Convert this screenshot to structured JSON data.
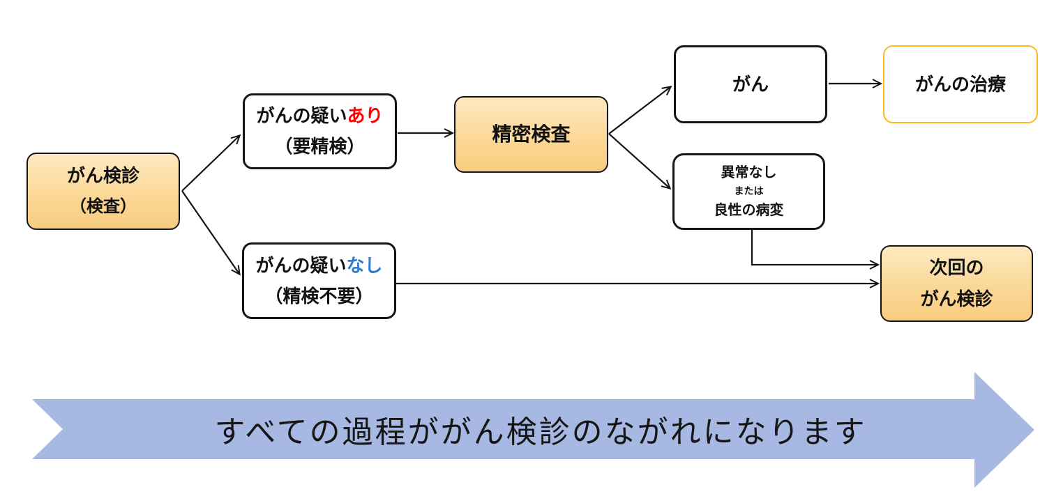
{
  "diagram": {
    "nodes": {
      "screening": {
        "line1": "がん検診",
        "line2": "（検査）"
      },
      "suspicion_yes": {
        "prefix": "がんの疑い",
        "highlight": "あり",
        "line2": "（要精検）"
      },
      "suspicion_no": {
        "prefix": "がんの疑い",
        "highlight": "なし",
        "line2": "（精検不要）"
      },
      "detailed_exam": {
        "label": "精密検査"
      },
      "cancer": {
        "label": "がん"
      },
      "treatment": {
        "label": "がんの治療"
      },
      "benign": {
        "line1": "異常なし",
        "line2": "または",
        "line3": "良性の病変"
      },
      "next_screening": {
        "line1": "次回の",
        "line2": "がん検診"
      }
    },
    "banner": {
      "text": "すべての過程ががん検診のながれになります"
    },
    "colors": {
      "node_fill_top": "#FDE9C0",
      "node_fill_bottom": "#F8CC80",
      "node_border": "#151515",
      "treatment_border": "#FFB91E",
      "highlight_positive": "#FF0000",
      "highlight_negative": "#2E7AD1",
      "banner_fill": "#A7B9E2",
      "connector": "#151515"
    }
  }
}
